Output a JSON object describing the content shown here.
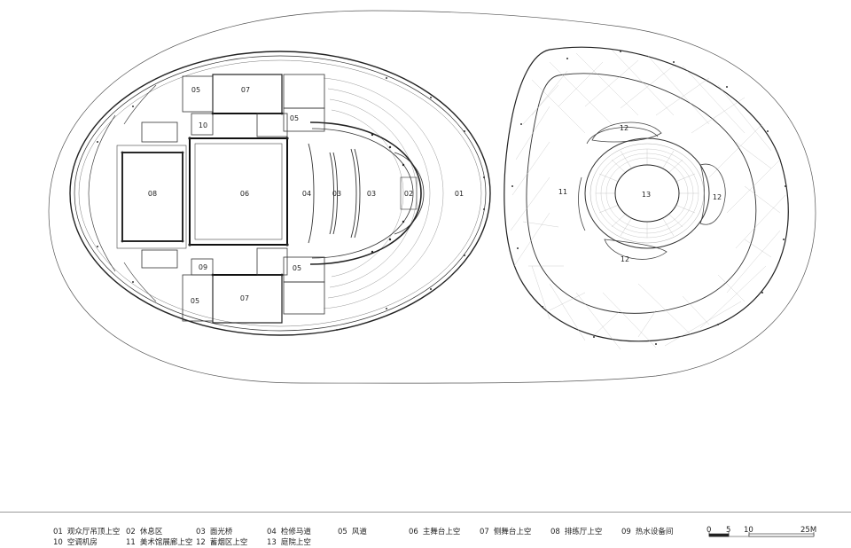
{
  "room_labels": {
    "r05a": "05",
    "r07a": "07",
    "r10": "10",
    "r05b": "05",
    "r08": "08",
    "r06": "06",
    "r04": "04",
    "r03a": "03",
    "r03b": "03",
    "r02": "02",
    "r01": "01",
    "r09": "09",
    "r05c": "05",
    "r05d": "05",
    "r07b": "07",
    "r12a": "12",
    "r11": "11",
    "r13": "13",
    "r12b": "12",
    "r12c": "12"
  },
  "legend": [
    {
      "num": "01",
      "label": "观众厅吊顶上空"
    },
    {
      "num": "02",
      "label": "休息区"
    },
    {
      "num": "03",
      "label": "面光桥"
    },
    {
      "num": "04",
      "label": "检修马道"
    },
    {
      "num": "05",
      "label": "风道"
    },
    {
      "num": "06",
      "label": "主舞台上空"
    },
    {
      "num": "07",
      "label": "侧舞台上空"
    },
    {
      "num": "08",
      "label": "排练厅上空"
    },
    {
      "num": "09",
      "label": "热水设备间"
    },
    {
      "num": "10",
      "label": "空调机房"
    },
    {
      "num": "11",
      "label": "美术馆展廊上空"
    },
    {
      "num": "12",
      "label": "蓄烟区上空"
    },
    {
      "num": "13",
      "label": "庭院上空"
    }
  ],
  "scale_bar": {
    "ticks": [
      "0",
      "5",
      "10",
      "25M"
    ]
  }
}
